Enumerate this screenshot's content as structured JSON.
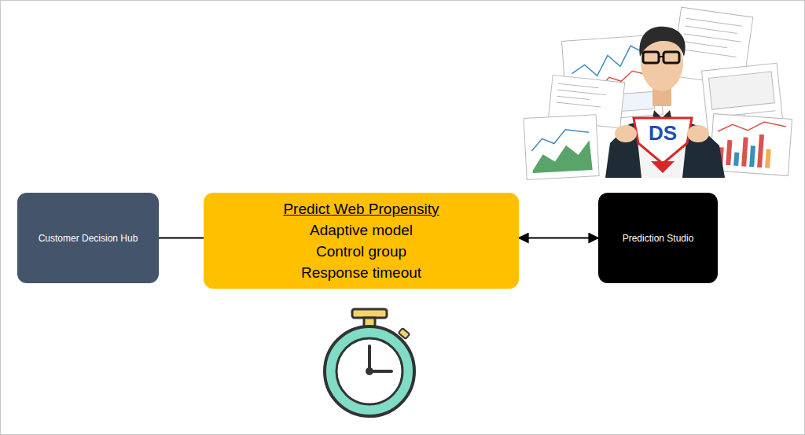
{
  "diagram": {
    "nodes": [
      {
        "text": [
          "Customer Decision Hub"
        ]
      },
      {
        "text": [
          "Predict Web Propensity",
          "Adaptive model",
          "Control group",
          "Response timeout"
        ]
      },
      {
        "text": [
          "Prediction Studio"
        ]
      }
    ],
    "edges": [
      {
        "from": 0,
        "to": 1,
        "arrow": "none"
      },
      {
        "from": 1,
        "to": 2,
        "arrow": "both"
      }
    ],
    "labels": [
      "DS"
    ]
  }
}
